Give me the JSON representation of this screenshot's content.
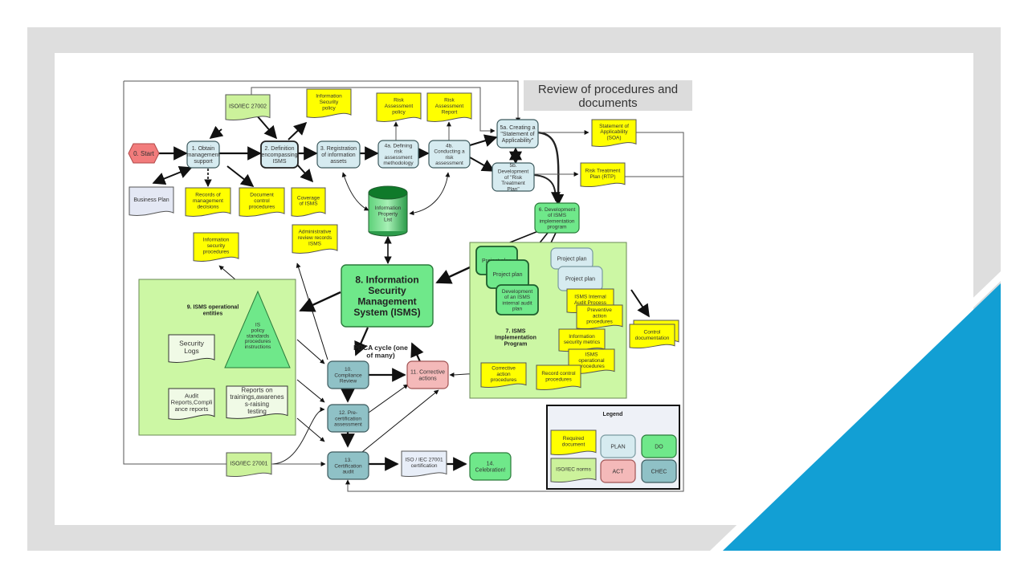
{
  "slide": {
    "title": "Review of procedures and documents",
    "title_lines": [
      "Review of procedures and",
      "documents"
    ],
    "colors": {
      "frame": "#dedede",
      "accent_triangle": "#129fd4",
      "plan": "#d6ebf0",
      "do": "#6fe88a",
      "act": "#f4b9b9",
      "check": "#8fc1c6",
      "required_document": "#ffff00",
      "iso_norm": "#ccf29b",
      "program_area": "#ccf7a4"
    }
  },
  "diagram": {
    "nodes": {
      "start": {
        "label": "0. Start"
      },
      "n1": {
        "lines": [
          "1. Obtain",
          "management",
          "support"
        ]
      },
      "n2": {
        "lines": [
          "2. Definition",
          "encompassing",
          "ISMS"
        ]
      },
      "n3": {
        "lines": [
          "3. Registration",
          "of information",
          "assets"
        ]
      },
      "n4a": {
        "lines": [
          "4a. Defining",
          "risk",
          "assessment",
          "methodology"
        ]
      },
      "n4b": {
        "lines": [
          "4b.",
          "Conducting a",
          "risk",
          "assessment"
        ]
      },
      "n5a": {
        "lines": [
          "5a. Creating a",
          "\"Statement of",
          "Applicability\""
        ]
      },
      "n5b": {
        "lines": [
          "5b.",
          "Development",
          "of \"Risk",
          "Treatment",
          "Plan\""
        ]
      },
      "n6": {
        "lines": [
          "6. Development",
          "of ISMS",
          "implementation",
          "program"
        ]
      },
      "n7": {
        "lines": [
          "7. ISMS",
          "Implementation",
          "Program"
        ]
      },
      "n8": {
        "lines": [
          "8. Information",
          "Security",
          "Management",
          "System (ISMS)"
        ]
      },
      "n9": {
        "lines": [
          "9. ISMS operational",
          "entities"
        ]
      },
      "n10": {
        "lines": [
          "10.",
          "Compliance",
          "Review"
        ]
      },
      "n11": {
        "lines": [
          "11. Corrective",
          "actions"
        ]
      },
      "n12": {
        "lines": [
          "12. Pre-",
          "certification",
          "assessment"
        ]
      },
      "n13": {
        "lines": [
          "13.",
          "Certification",
          "audit"
        ]
      },
      "n14": {
        "lines": [
          "14.",
          "Celebration!"
        ]
      },
      "info_property_list": {
        "lines": [
          "Information",
          "Property",
          "List"
        ]
      },
      "is_policy_triangle": {
        "lines": [
          "IS",
          "policy",
          "standards",
          "procedures",
          "instructions"
        ]
      },
      "project_plan_1": {
        "label": "Project plan"
      },
      "project_plan_2": {
        "label": "Project plan"
      },
      "project_plan_3": {
        "label": "Project plan"
      },
      "project_plan_4": {
        "label": "Project plan"
      },
      "internal_audit_plan": {
        "lines": [
          "Development",
          "of an ISMS",
          "internal audit",
          "plan"
        ]
      }
    },
    "documents": {
      "iso27002": {
        "label": "ISO/IEC 27002"
      },
      "iso27001": {
        "label": "ISO/IEC 27001"
      },
      "is_policy": {
        "lines": [
          "Information",
          "Security",
          "policy"
        ]
      },
      "risk_policy": {
        "lines": [
          "Risk",
          "Assessment",
          "policy"
        ]
      },
      "risk_report": {
        "lines": [
          "Risk",
          "Assessment",
          "Report"
        ]
      },
      "soa": {
        "lines": [
          "Statement of",
          "Applicability",
          "(SOA)"
        ]
      },
      "rtp": {
        "lines": [
          "Risk Treatment",
          "Plan (RTP)"
        ]
      },
      "business_plan": {
        "label": "Business Plan"
      },
      "mgmt_records": {
        "lines": [
          "Records of",
          "management",
          "decisions"
        ]
      },
      "doc_control": {
        "lines": [
          "Document",
          "control",
          "procedures"
        ]
      },
      "coverage": {
        "lines": [
          "Coverage",
          "of ISMS"
        ]
      },
      "is_procedures": {
        "lines": [
          "Information",
          "security",
          "procedures"
        ]
      },
      "admin_review": {
        "lines": [
          "Administrative",
          "review records",
          "ISMS"
        ]
      },
      "security_logs": {
        "lines": [
          "Security",
          "Logs"
        ]
      },
      "audit_reports": {
        "lines": [
          "Audit",
          "Reports,Compli",
          "ance reports"
        ]
      },
      "training_reports": {
        "lines": [
          "Reports on",
          "trainings,awarenes",
          "s-raising",
          "testing"
        ]
      },
      "internal_audit_process": {
        "lines": [
          "ISMS Internal",
          "Audit Process"
        ]
      },
      "preventive": {
        "lines": [
          "Preventive",
          "action",
          "procedures"
        ]
      },
      "is_metrics": {
        "lines": [
          "Information",
          "security metrics"
        ]
      },
      "operational_procedures": {
        "lines": [
          "ISMS",
          "operational",
          "procedures"
        ]
      },
      "corrective_procedures": {
        "lines": [
          "Corrective",
          "action",
          "procedures"
        ]
      },
      "record_control": {
        "lines": [
          "Record control",
          "procedures"
        ]
      },
      "control_documentation": {
        "lines": [
          "Control",
          "documentation"
        ]
      },
      "certification": {
        "lines": [
          "ISO / IEC 27001",
          "certification"
        ]
      }
    },
    "pdca_label": {
      "lines": [
        "PDCA cycle (one",
        "of many)"
      ]
    },
    "legend": {
      "title": "Legend",
      "items": [
        {
          "key": "required_document",
          "lines": [
            "Required",
            "document"
          ]
        },
        {
          "key": "iso_norm",
          "lines": [
            "ISO/IEC norms"
          ]
        },
        {
          "key": "plan",
          "lines": [
            "PLAN"
          ]
        },
        {
          "key": "act",
          "lines": [
            "ACT"
          ]
        },
        {
          "key": "do",
          "lines": [
            "DO"
          ]
        },
        {
          "key": "check",
          "lines": [
            "CHEC"
          ]
        }
      ]
    }
  }
}
